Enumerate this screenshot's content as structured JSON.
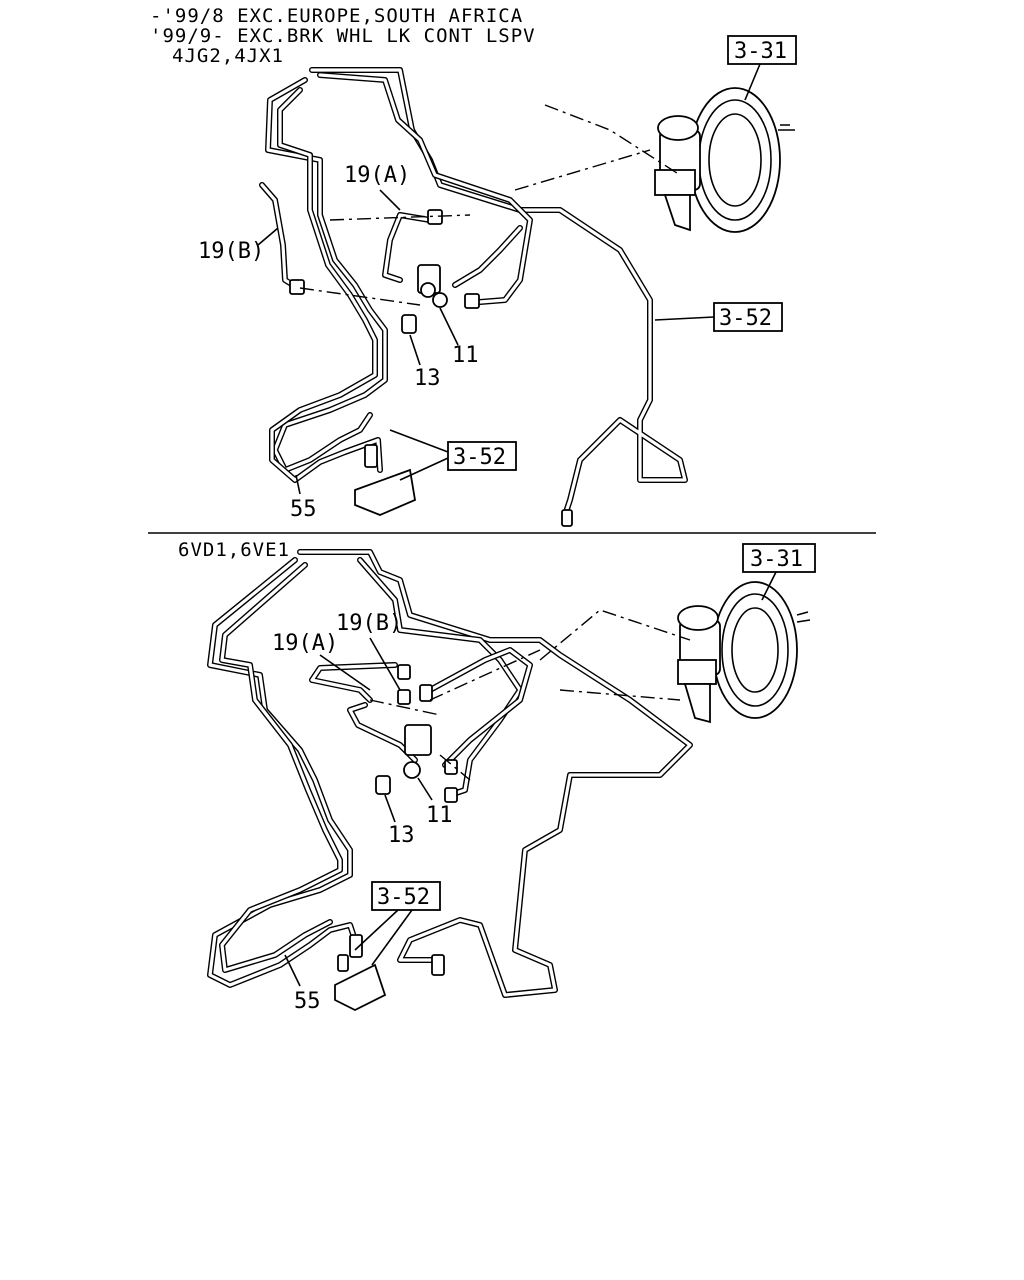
{
  "top_section": {
    "header_lines": [
      "-'99/8 EXC.EUROPE,SOUTH AFRICA",
      "'99/9- EXC.BRK WHL LK CONT LSPV",
      "4JG2,4JX1"
    ],
    "callouts": {
      "booster_ref": "3-31",
      "pipe_ref": "3-52",
      "hose_ref": "3-52",
      "pipe_a": "19(A)",
      "pipe_b": "19(B)",
      "joint": "11",
      "bolt": "13",
      "flex_pipe": "55"
    }
  },
  "bottom_section": {
    "header_lines": [
      "6VD1,6VE1"
    ],
    "callouts": {
      "booster_ref": "3-31",
      "hose_ref": "3-52",
      "pipe_a": "19(A)",
      "pipe_b": "19(B)",
      "joint": "11",
      "bolt": "13",
      "flex_pipe": "55"
    }
  },
  "colors": {
    "ink": "#000000",
    "paper": "#ffffff"
  }
}
